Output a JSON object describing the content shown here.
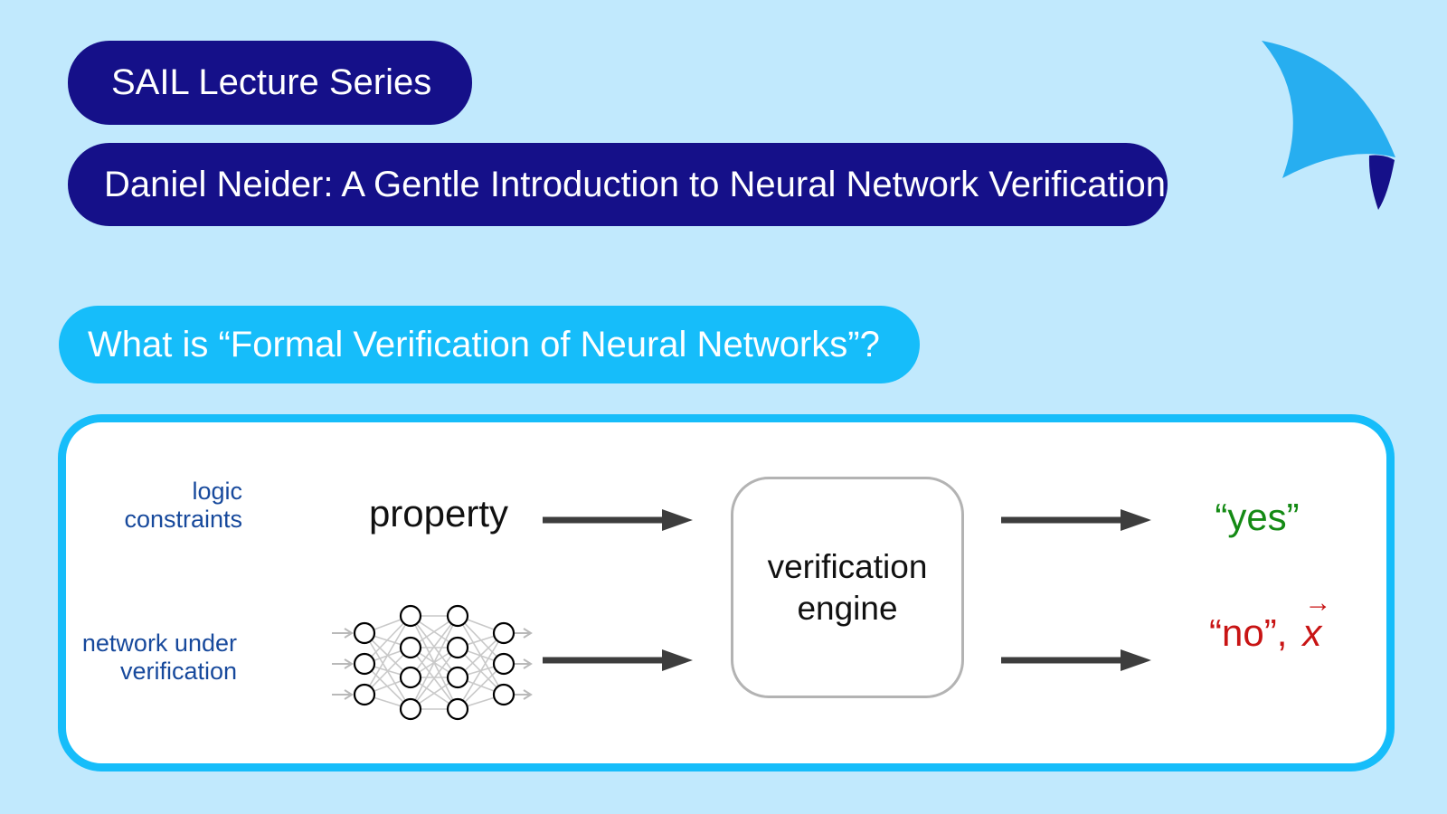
{
  "colors": {
    "background": "#c1e9fd",
    "navy_pill": "#151089",
    "cyan_accent": "#16bdfa",
    "label_blue": "#17499c",
    "yes_green": "#148a14",
    "no_red": "#c81414",
    "arrow_dark": "#3d3d3d",
    "engine_border": "#b3b3b3",
    "network_edge_gray": "#c9c9c9"
  },
  "header": {
    "badge": "SAIL Lecture Series",
    "title": "Daniel Neider: A Gentle Introduction to Neural Network Verification"
  },
  "question": "What is “Formal Verification of Neural Networks”?",
  "diagram": {
    "input_top_label_line1": "logic",
    "input_top_label_line2": "constraints",
    "input_top_name": "property",
    "input_bottom_label_line1": "network under",
    "input_bottom_label_line2": "verification",
    "engine_line1": "verification",
    "engine_line2": "engine",
    "output_yes": "“yes”",
    "output_no": "“no”,",
    "vector_x": "x"
  },
  "icons": {
    "logo": "sail-logo",
    "network": "neural-network-icon",
    "flow_arrows": "right-arrow-icon",
    "vector_mark": "vector-arrow-icon"
  }
}
